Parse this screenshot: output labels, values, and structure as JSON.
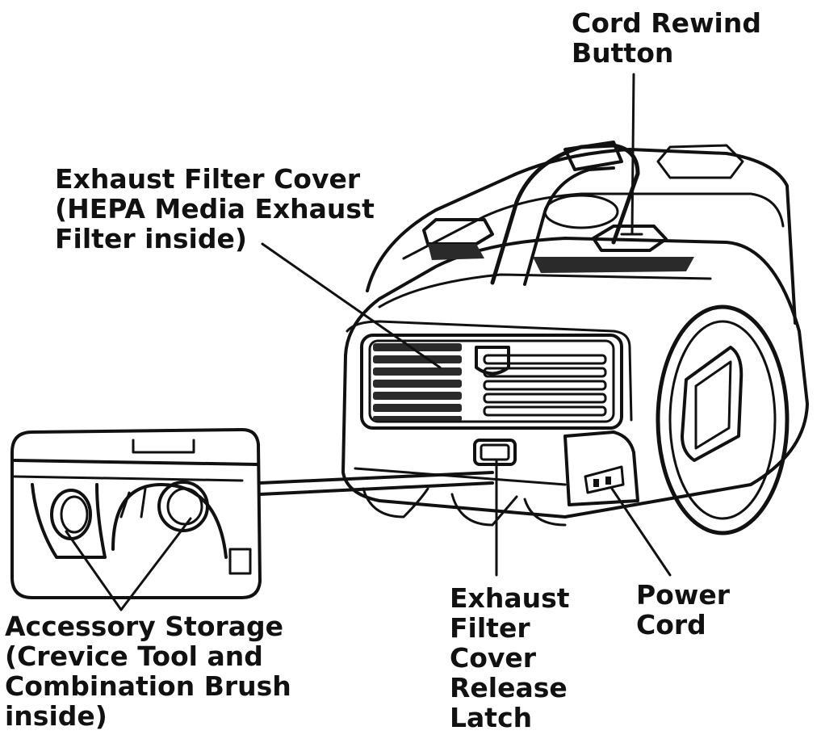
{
  "labels": {
    "cord_rewind": [
      "Cord Rewind",
      "Button"
    ],
    "exhaust_filter_cover": [
      "Exhaust Filter Cover",
      "(HEPA Media Exhaust",
      "Filter inside)"
    ],
    "accessory_storage": [
      "Accessory Storage",
      "(Crevice Tool and",
      "Combination Brush",
      "inside)"
    ],
    "exhaust_latch": [
      "Exhaust",
      "Filter",
      "Cover",
      "Release",
      "Latch"
    ],
    "power_cord": [
      "Power",
      "Cord"
    ]
  },
  "colors": {
    "line": "#111111",
    "background": "#ffffff",
    "shade": "#2a2a2a"
  }
}
